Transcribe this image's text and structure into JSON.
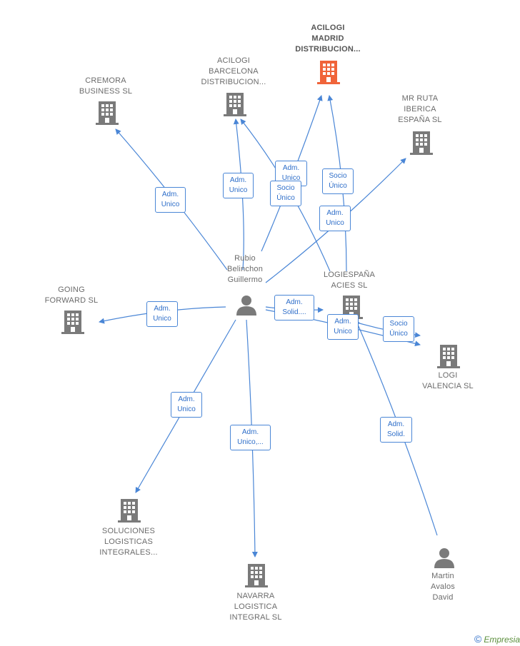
{
  "nodes": [
    {
      "id": "acilogi-madrid",
      "label": "ACILOGI\nMADRID\nDISTRIBUCION...",
      "type": "company",
      "highlight": true
    },
    {
      "id": "acilogi-barcelona",
      "label": "ACILOGI\nBARCELONA\nDISTRIBUCION...",
      "type": "company"
    },
    {
      "id": "cremora",
      "label": "CREMORA\nBUSINESS  SL",
      "type": "company"
    },
    {
      "id": "mr-ruta",
      "label": "MR RUTA\nIBERICA\nESPAÑA  SL",
      "type": "company"
    },
    {
      "id": "going-forward",
      "label": "GOING\nFORWARD  SL",
      "type": "company"
    },
    {
      "id": "logiespana",
      "label": "LOGIESPAÑA\nACIES SL",
      "type": "company"
    },
    {
      "id": "logi-valencia",
      "label": "LOGI\nVALENCIA  SL",
      "type": "company"
    },
    {
      "id": "soluciones",
      "label": "SOLUCIONES\nLOGISTICAS\nINTEGRALES...",
      "type": "company"
    },
    {
      "id": "navarra",
      "label": "NAVARRA\nLOGISTICA\nINTEGRAL  SL",
      "type": "company"
    },
    {
      "id": "rubio",
      "label": "Rubio\nBelinchon\nGuillermo",
      "type": "person"
    },
    {
      "id": "martin",
      "label": "Martin\nAvalos\nDavid",
      "type": "person"
    }
  ],
  "edge_labels": {
    "cremora": "Adm.\nUnico",
    "barcelona": "Adm.\nUnico",
    "madrid_adm": "Adm.\nUnico",
    "madrid_socio_barcelona": "Socio\nÚnico",
    "madrid_socio_logiespana": "Socio\nÚnico",
    "mr_ruta": "Adm.\nUnico",
    "going": "Adm.\nUnico",
    "logiespana": "Adm.\nSolid....",
    "valencia_adm": "Adm.\nUnico",
    "valencia_socio": "Socio\nÚnico",
    "soluciones": "Adm.\nUnico",
    "navarra": "Adm.\nUnico,...",
    "martin": "Adm.\nSolid."
  },
  "colors": {
    "edge": "#4a86d6",
    "company_icon": "#7a7a7a",
    "highlight_icon": "#f0643a",
    "person_icon": "#7a7a7a"
  },
  "footer": {
    "symbol": "©",
    "brand": "Empresia"
  }
}
